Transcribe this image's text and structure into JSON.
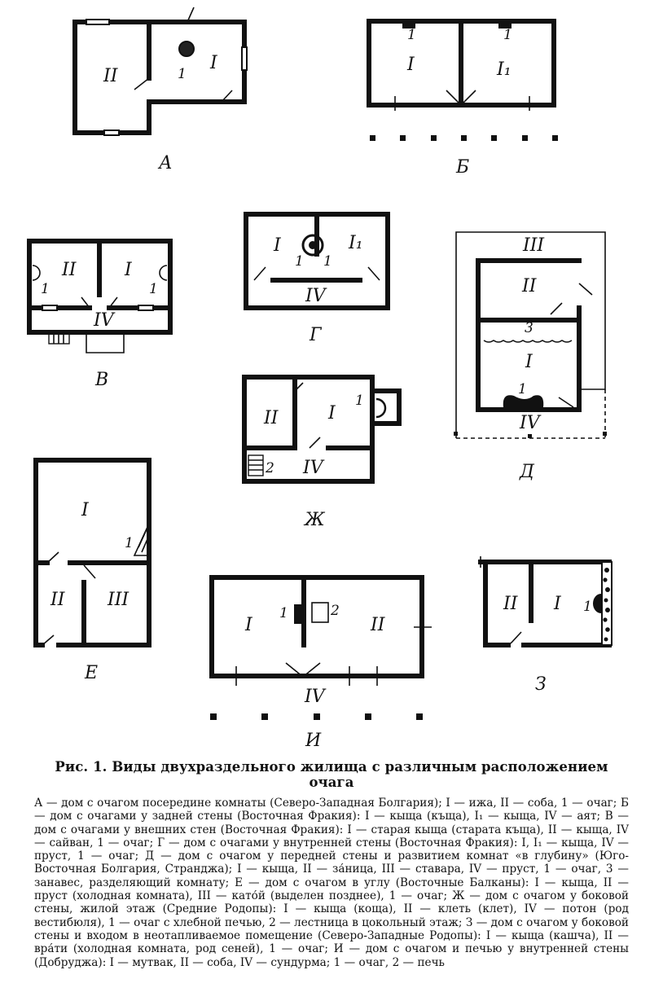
{
  "figure": {
    "title": "Рис. 1. Виды двухраздельного жилища с различным расположением очага",
    "caption_text": "А — дом с очагом посередине комнаты (Северо-Западная Болгария); I — ижа, II — соба, 1 — очаг; Б — дом с очагами у задней стены (Восточная Фракия): I — кыща (къща), I₁ — кыща, IV — аят; В — дом с очагами у внешних стен (Восточная Фракия): I — старая кыща (старата къща), II — кыща, IV — сайван, 1 — очаг; Г — дом с очагами у внутренней стены (Восточная Фракия): I, I₁ — кыща, IV — пруст, 1 — очаг; Д — дом с очагом у передней стены и развитием комнат «в глубину» (Юго-Восточная Болгария, Странджа); I — кыща, II — за́ница, III — ставара, IV — пруст, 1 — очаг, 3 — занавес, разделяющий комнату; Е — дом с очагом в углу (Восточные Балканы): I — кыща, II — пруст (холодная комната), III — като́й (выделен позднее), 1 — очаг; Ж — дом с очагом у боковой стены, жилой этаж (Средние Родопы): I — кыща (коща), II — клеть (клет), IV — потон (род вестибюля), 1 — очаг с хлебной печью, 2 — лестница в цокольный этаж; З — дом с очагом у боковой стены и входом в неотапливаемое помещение (Северо-Западные Родопы): I — кыща (кашча), II — вра́ти (холодная комната, род сеней), 1 — очаг; И — дом с очагом и печью у внутренней стены (Добруджа): I — мутвак, II — соба, IV — сундурма; 1 — очаг, 2 — печь"
  },
  "plans": {
    "A": {
      "caption": "А",
      "labels": [
        "II",
        "I",
        "1"
      ]
    },
    "B": {
      "caption": "Б",
      "labels": [
        "I",
        "I₁",
        "1",
        "1"
      ]
    },
    "V": {
      "caption": "В",
      "labels": [
        "II",
        "I",
        "IV",
        "1",
        "1"
      ]
    },
    "G": {
      "caption": "Г",
      "labels": [
        "I",
        "I₁",
        "IV",
        "1",
        "1"
      ]
    },
    "D": {
      "caption": "Д",
      "labels": [
        "III",
        "II",
        "I",
        "IV",
        "3",
        "1"
      ]
    },
    "E": {
      "caption": "Е",
      "labels": [
        "I",
        "II",
        "III",
        "1"
      ]
    },
    "Zh": {
      "caption": "Ж",
      "labels": [
        "II",
        "I",
        "IV",
        "1",
        "2"
      ]
    },
    "Z": {
      "caption": "З",
      "labels": [
        "II",
        "I",
        "1"
      ]
    },
    "I": {
      "caption": "И",
      "labels": [
        "I",
        "II",
        "IV",
        "1",
        "2"
      ]
    }
  }
}
